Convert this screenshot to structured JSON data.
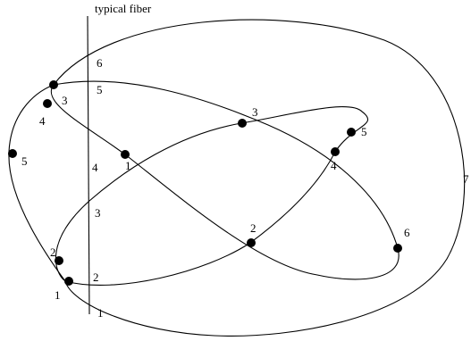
{
  "fiber_label": "typical fiber",
  "outer_label": "7",
  "fiber_labels": [
    "6",
    "5",
    "4",
    "3",
    "2",
    "1"
  ],
  "point_labels": [
    "3",
    "4",
    "5",
    "2",
    "1",
    "1",
    "3",
    "5",
    "4",
    "2",
    "6"
  ]
}
